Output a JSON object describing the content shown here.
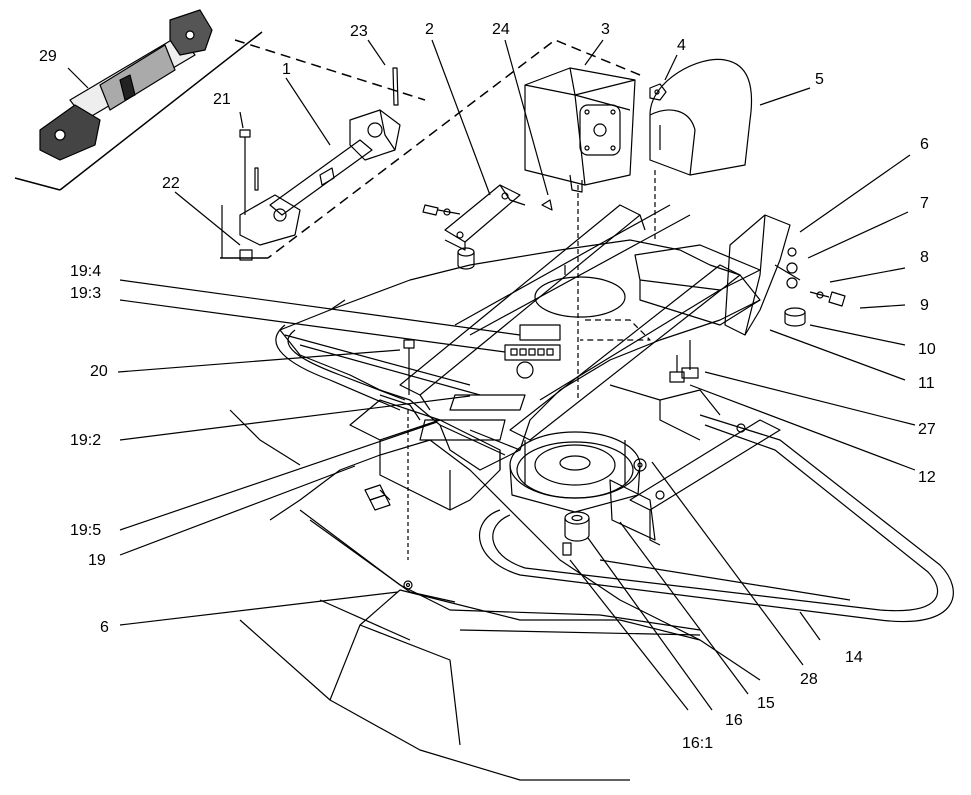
{
  "diagram": {
    "callouts": {
      "c1": "1",
      "c2": "2",
      "c3": "3",
      "c4": "4",
      "c5": "5",
      "c6a": "6",
      "c6b": "6",
      "c7": "7",
      "c8": "8",
      "c9": "9",
      "c10": "10",
      "c11": "11",
      "c12": "12",
      "c14": "14",
      "c15": "15",
      "c16": "16",
      "c16_1": "16:1",
      "c19": "19",
      "c19_2": "19:2",
      "c19_3": "19:3",
      "c19_4": "19:4",
      "c19_5": "19:5",
      "c20": "20",
      "c21": "21",
      "c22": "22",
      "c23": "23",
      "c24": "24",
      "c27": "27",
      "c28": "28",
      "c29": "29"
    }
  }
}
